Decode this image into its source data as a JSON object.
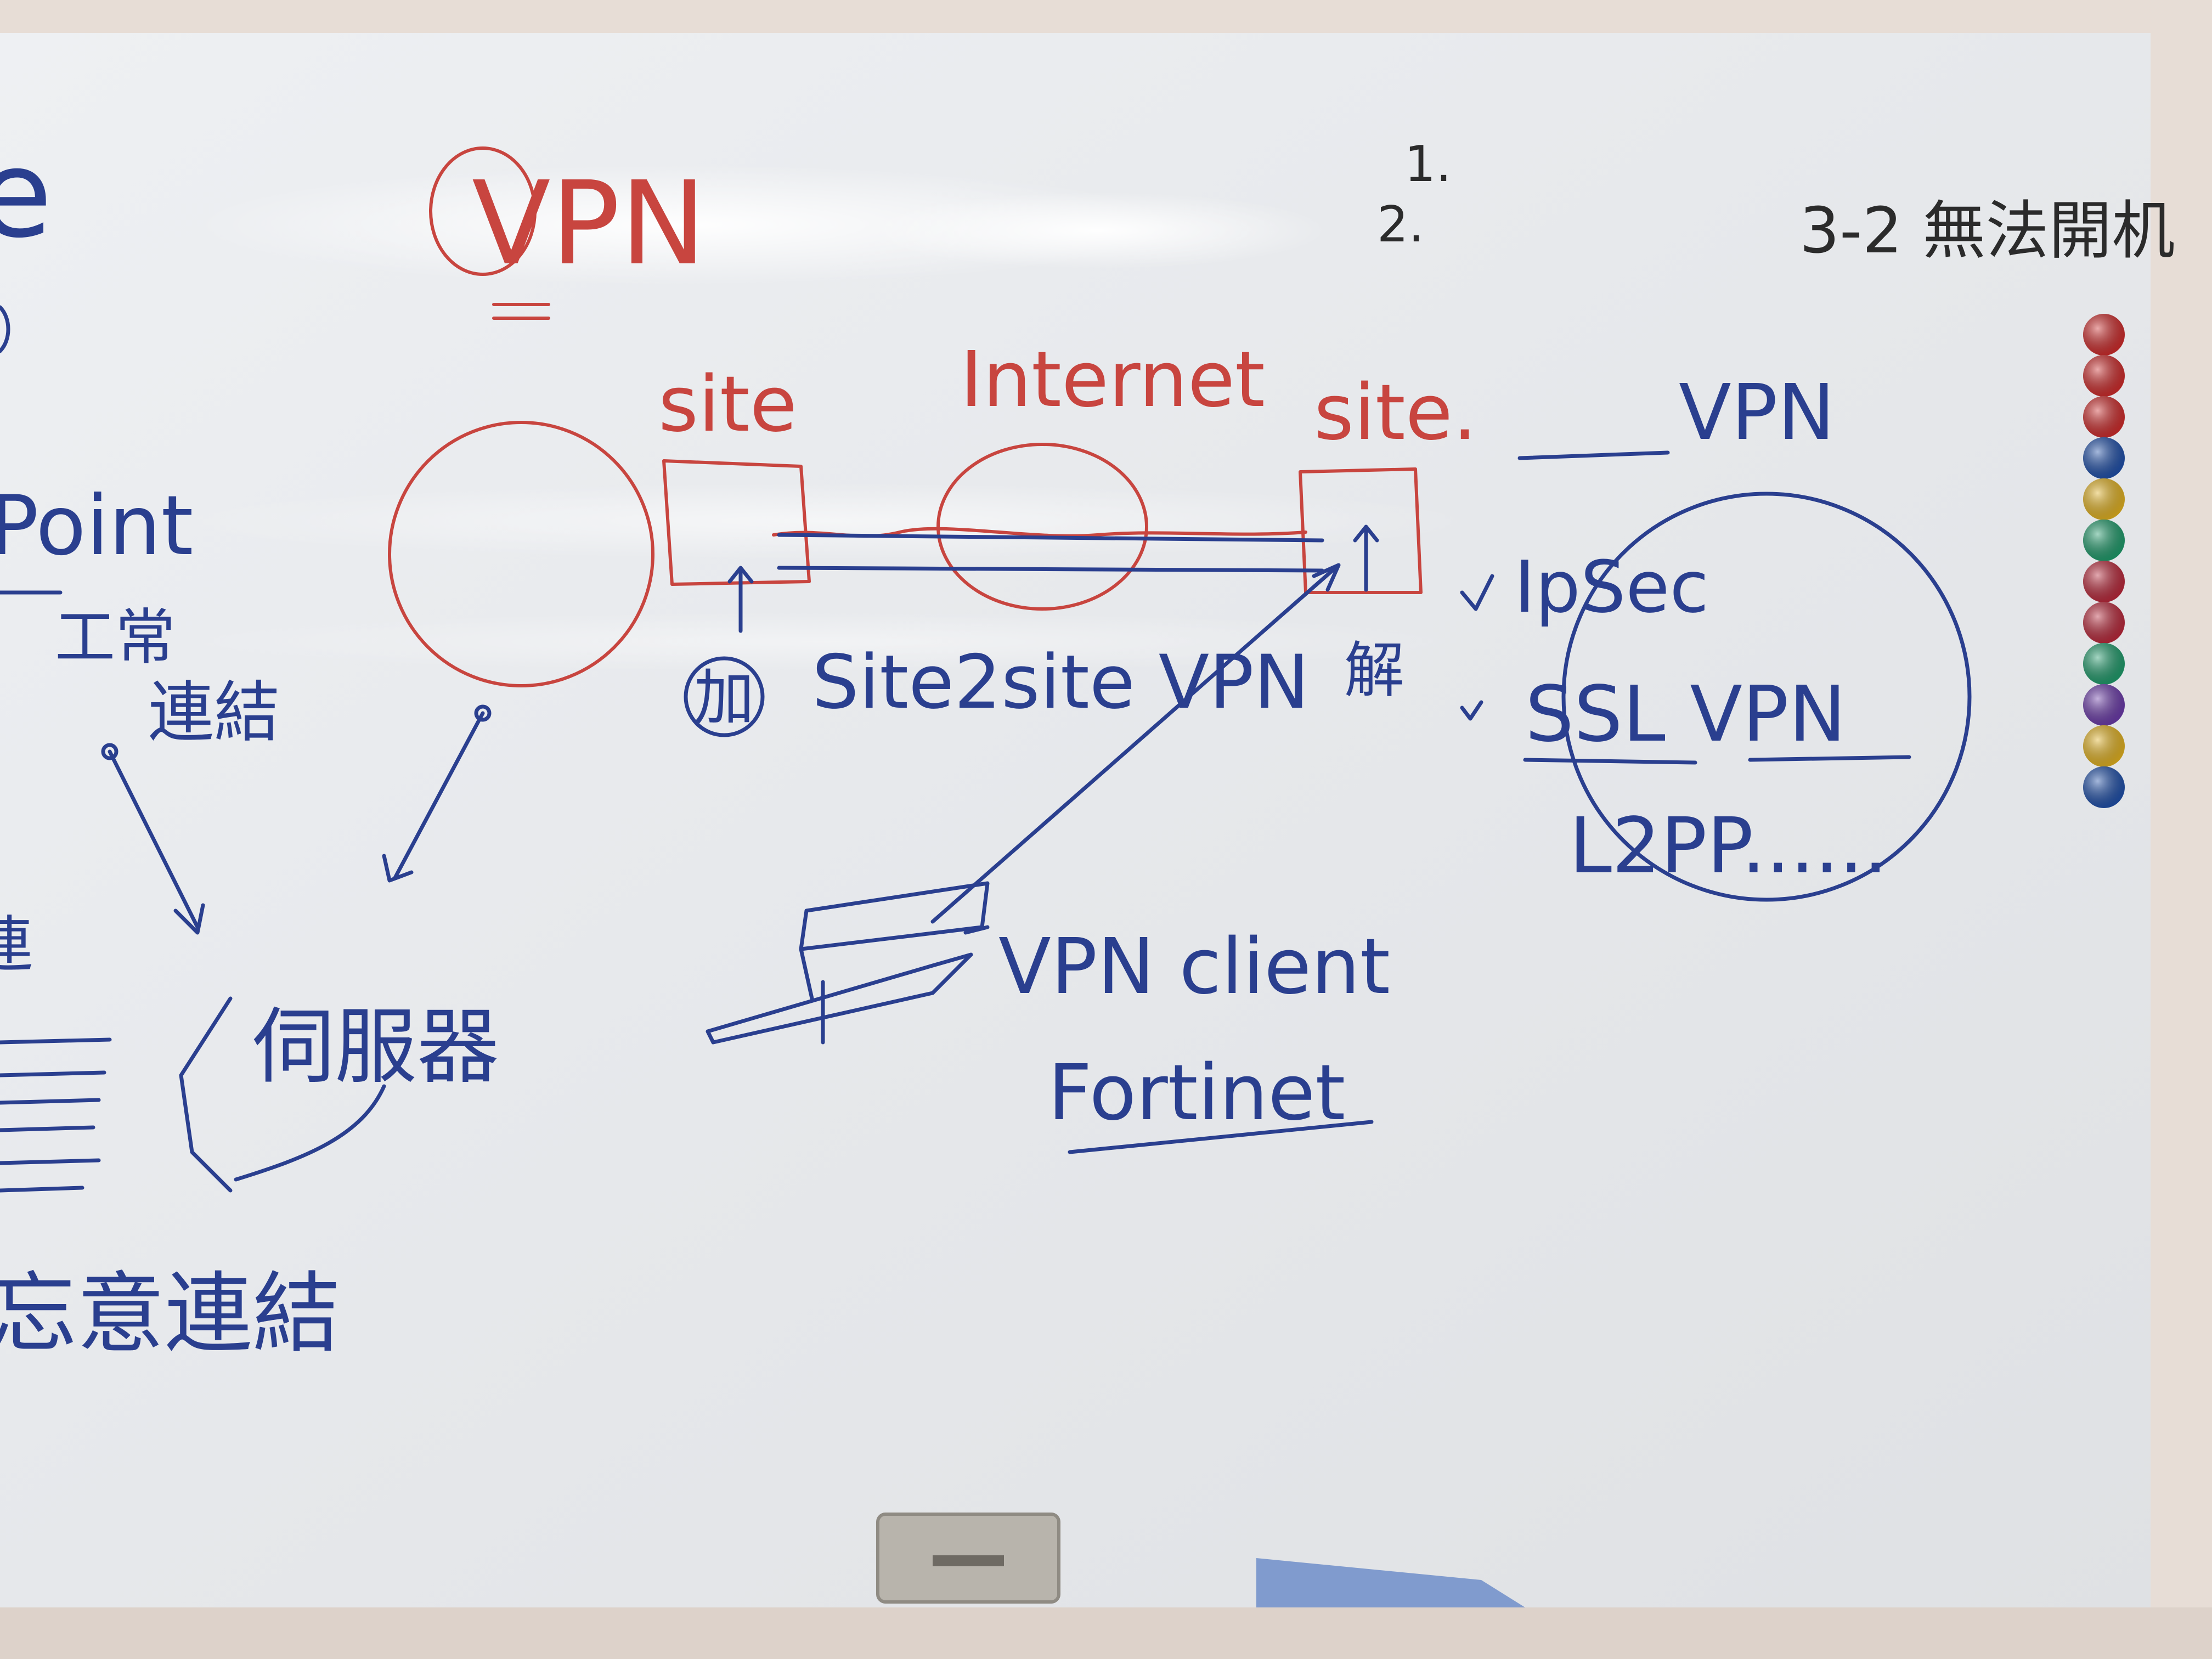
{
  "colors": {
    "board": "#e9ebee",
    "frame": "#e7ddd6",
    "ink_blue": "#2a3f8f",
    "ink_red": "#c8453f",
    "ink_black": "#2b2b2b"
  },
  "board_texts": {
    "top_left_partial": "e",
    "vpn_red": "VPN",
    "numbers": [
      "1.",
      "2."
    ],
    "top_right_note": "3-2 無法開机",
    "site_left": "site",
    "internet": "Internet",
    "site_right": "site.",
    "vpn_heading": "VPN",
    "point_partial": "Point",
    "left_note_1": "工常",
    "left_note_2": "連結",
    "encrypt_circle": "加",
    "site2site": "Site2site VPN",
    "decrypt": "解",
    "protocols": [
      "IpSec",
      "SSL VPN",
      "L2PP......"
    ],
    "server": "伺服器",
    "vpn_client": "VPN client",
    "fortinet": "Fortinet",
    "bottom_left_partial": "忘意連結",
    "left_partial_char": "連"
  },
  "magnets": {
    "colors": [
      "#cc2b2b",
      "#cc2b2b",
      "#cc2b2b",
      "#1f4fa8",
      "#e0b020",
      "#1f9a6a",
      "#b8283a",
      "#b8283a",
      "#1f9a6a",
      "#6a3aa8",
      "#e0b020",
      "#1f4fa8"
    ]
  }
}
